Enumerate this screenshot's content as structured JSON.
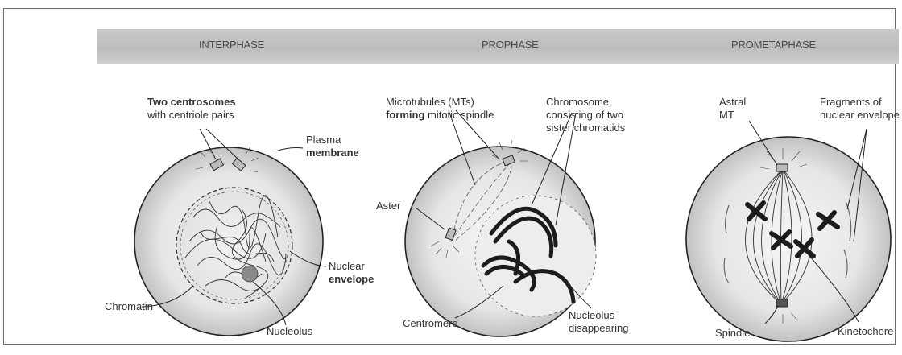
{
  "phases": {
    "interphase": "INTERPHASE",
    "prophase": "PROPHASE",
    "prometaphase": "PROMETAPHASE"
  },
  "labels": {
    "two_centrosomes_bold": "Two centrosomes",
    "two_centrosomes_rest": "with centriole pairs",
    "plasma": "Plasma",
    "membrane": "membrane",
    "nuclear": "Nuclear",
    "envelope": "envelope",
    "chromatin": "Chromatin",
    "nucleolus": "Nucleolus",
    "microtubules_line1": "Microtubules (MTs)",
    "forming_bold": "forming",
    "forming_rest": " mitotic spindle",
    "chromosome_line1": "Chromosome,",
    "chromosome_line2": "consisting of two",
    "chromosome_line3": "sister chromatids",
    "aster": "Aster",
    "centromere": "Centromere",
    "nucleolus_disappearing_line1": "Nucleolus",
    "nucleolus_disappearing_line2": "disappearing",
    "astral": "Astral",
    "mt": "MT",
    "fragments_line1": "Fragments of",
    "fragments_line2": "nuclear envelope",
    "spindle": "Spindle",
    "kinetochore": "Kinetochore"
  },
  "colors": {
    "cell_outer": "#c4c4c4",
    "cell_inner": "#efefef",
    "band": "#c4c4c4",
    "ink": "#2a2a2a"
  }
}
